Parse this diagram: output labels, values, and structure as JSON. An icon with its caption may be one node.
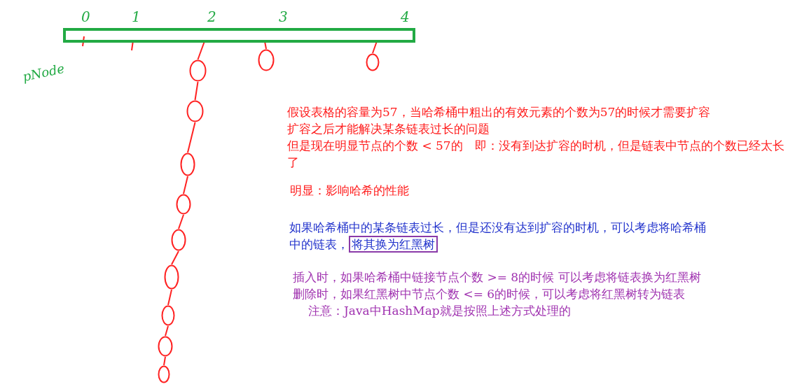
{
  "diagram": {
    "nodes": [
      {
        "text": [],
        "shape": "bar"
      },
      {
        "text": [],
        "shape": "circle"
      },
      {
        "text": [],
        "shape": "circle"
      },
      {
        "text": [],
        "shape": "circle"
      },
      {
        "text": [],
        "shape": "circle"
      },
      {
        "text": [],
        "shape": "circle"
      },
      {
        "text": [],
        "shape": "circle"
      },
      {
        "text": [],
        "shape": "circle"
      },
      {
        "text": [],
        "shape": "circle"
      },
      {
        "text": [],
        "shape": "circle"
      },
      {
        "text": [],
        "shape": "circle"
      },
      {
        "text": [],
        "shape": "circle"
      },
      {
        "text": [
          "将其换为红黑树"
        ]
      }
    ],
    "edges": [
      {
        "from": 0,
        "to": 1,
        "arrow": "none"
      },
      {
        "from": 1,
        "to": 2,
        "arrow": "none"
      },
      {
        "from": 2,
        "to": 3,
        "arrow": "none"
      },
      {
        "from": 3,
        "to": 4,
        "arrow": "none"
      },
      {
        "from": 4,
        "to": 5,
        "arrow": "none"
      },
      {
        "from": 5,
        "to": 6,
        "arrow": "none"
      },
      {
        "from": 6,
        "to": 7,
        "arrow": "none"
      },
      {
        "from": 7,
        "to": 8,
        "arrow": "none"
      },
      {
        "from": 8,
        "to": 9,
        "arrow": "none"
      },
      {
        "from": 0,
        "to": 10,
        "arrow": "none"
      },
      {
        "from": 0,
        "to": 11,
        "arrow": "none"
      }
    ],
    "labels": [
      "0",
      "1",
      "2",
      "3",
      "4",
      "pNode",
      "假设表格的容量为57，当哈希桶中粗出的有效元素的个数为57的时候才需要扩容",
      "扩容之后才能解决某条链表过长的问题",
      "但是现在明显节点的个数 < 57的　即：没有到达扩容的时机，但是链表中节点的个数已经太长了",
      "明显：影响哈希的性能",
      "如果哈希桶中的某条链表过长，但是还没有达到扩容的时机，可以考虑将哈希桶中的链表，",
      "插入时，如果哈希桶中链接节点个数 >= 8的时候 可以考虑将链表换为红黑树",
      "删除时，如果红黑树中节点个数 <= 6的时候，可以考虑将红黑树转为链表",
      "注意：Java中HashMap就是按照上述方式处理的"
    ]
  }
}
